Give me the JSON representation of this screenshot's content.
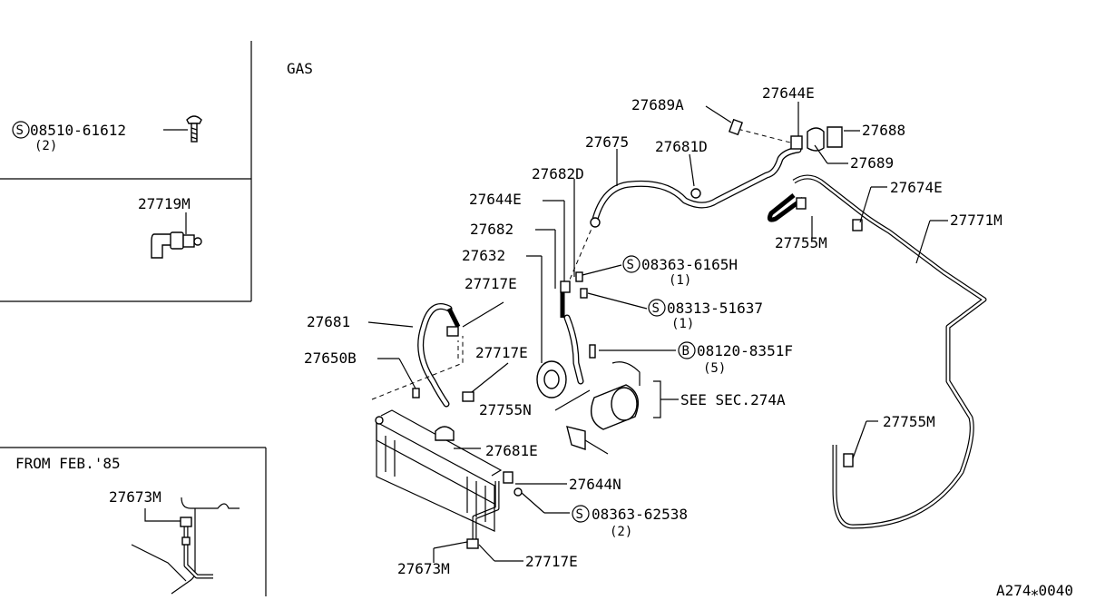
{
  "diagram": {
    "variant_label": "GAS",
    "figure_code": "A274⁎0040",
    "see_section": "SEE SEC.274A"
  },
  "top_left_box": {
    "screw": {
      "symbol": "S",
      "part": "08510-61612",
      "qty": "(2)"
    }
  },
  "mid_left_box": {
    "part": "27719M"
  },
  "inset_box": {
    "title": "FROM FEB.'85",
    "part": "27673M"
  },
  "parts": {
    "p27689A": "27689A",
    "p27644E_top": "27644E",
    "p27688": "27688",
    "p27689": "27689",
    "p27675": "27675",
    "p27681D": "27681D",
    "p27682D": "27682D",
    "p27644E_left": "27644E",
    "p27674E": "27674E",
    "p27771M": "27771M",
    "p27755M_upper": "27755M",
    "p27682": "27682",
    "p27632": "27632",
    "p27717E_a": "27717E",
    "p27681": "27681",
    "p27650B": "27650B",
    "p27717E_b": "27717E",
    "p27755N": "27755N",
    "p27755M_lower": "27755M",
    "p27681E": "27681E",
    "p27644N": "27644N",
    "p27673M": "27673M",
    "p27717E_c": "27717E"
  },
  "fasteners": {
    "s1": {
      "symbol": "S",
      "part": "08363-6165H",
      "qty": "(1)"
    },
    "s2": {
      "symbol": "S",
      "part": "08313-51637",
      "qty": "(1)"
    },
    "b1": {
      "symbol": "B",
      "part": "08120-8351F",
      "qty": "(5)"
    },
    "s3": {
      "symbol": "S",
      "part": "08363-62538",
      "qty": "(2)"
    }
  }
}
